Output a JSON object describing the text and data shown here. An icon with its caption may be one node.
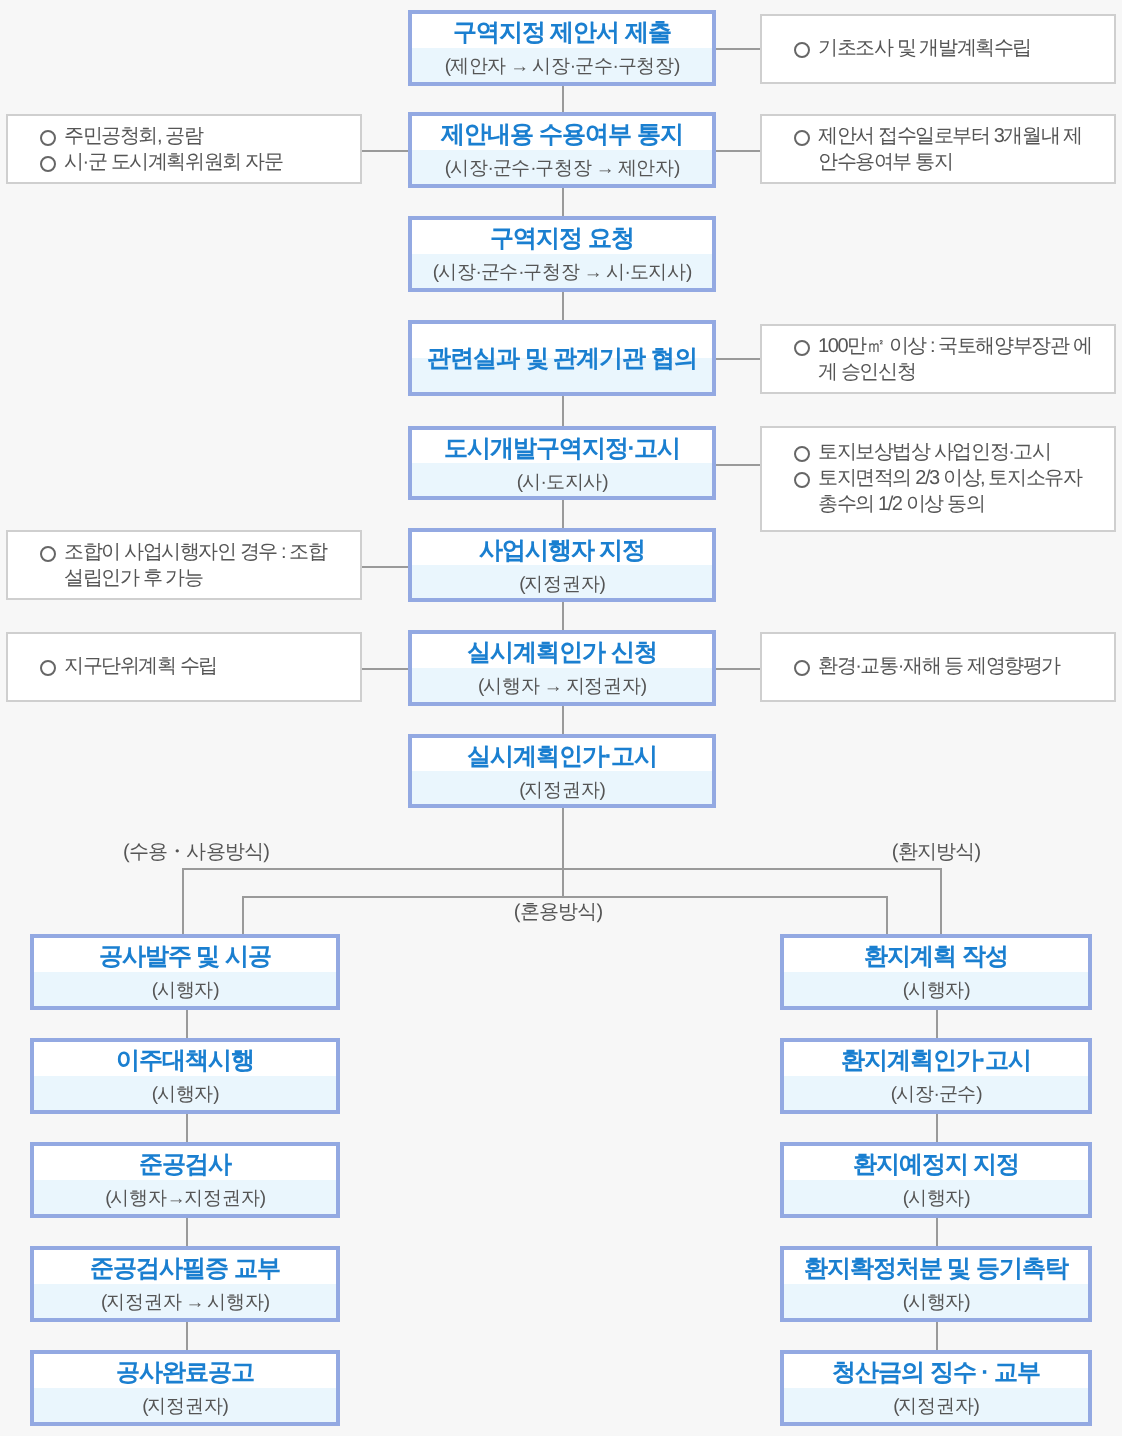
{
  "diagram": {
    "nodes": [
      {
        "text": [
          "구역지정 제안서 제출",
          "(제안자 → 시장·군수·구청장)"
        ]
      },
      {
        "text": [
          "제안내용 수용여부 통지",
          "(시장·군수·구청장 → 제안자)"
        ]
      },
      {
        "text": [
          "구역지정 요청",
          "(시장·군수·구청장 → 시·도지사)"
        ]
      },
      {
        "text": [
          "관련실과 및 관계기관 협의"
        ]
      },
      {
        "text": [
          "도시개발구역지정·고시",
          "(시·도지사)"
        ]
      },
      {
        "text": [
          "사업시행자 지정",
          "(지정권자)"
        ]
      },
      {
        "text": [
          "실시계획인가 신청",
          "(시행자 → 지정권자)"
        ]
      },
      {
        "text": [
          "실시계획인가·고시",
          "(지정권자)"
        ]
      },
      {
        "text": [
          "공사발주 및 시공",
          "(시행자)"
        ]
      },
      {
        "text": [
          "이주대책시행",
          "(시행자)"
        ]
      },
      {
        "text": [
          "준공검사",
          "(시행자→지정권자)"
        ]
      },
      {
        "text": [
          "준공검사필증 교부",
          "(지정권자 → 시행자)"
        ]
      },
      {
        "text": [
          "공사완료공고",
          "(지정권자)"
        ]
      },
      {
        "text": [
          "환지계획 작성",
          "(시행자)"
        ]
      },
      {
        "text": [
          "환지계획인가·고시",
          "(시장·군수)"
        ]
      },
      {
        "text": [
          "환지예정지 지정",
          "(시행자)"
        ]
      },
      {
        "text": [
          "환지확정처분 및 등기촉탁",
          "(시행자)"
        ]
      },
      {
        "text": [
          "청산금의 징수 · 교부",
          "(지정권자)"
        ]
      },
      {
        "text": [
          "기초조사 및 개발계획수립"
        ]
      },
      {
        "text": [
          "주민공청회, 공람",
          "시·군 도시계획위원회 자문"
        ]
      },
      {
        "text": [
          "제안서 접수일로부터 3개월내 제안수용여부 통지"
        ]
      },
      {
        "text": [
          "100만㎡ 이상 : 국토해양부장관 에게 승인신청"
        ]
      },
      {
        "text": [
          "토지보상법상 사업인정·고시",
          "토지면적의 2/3 이상, 토지소유자 총수의 1/2 이상 동의"
        ]
      },
      {
        "text": [
          "조합이 사업시행자인 경우 : 조합설립인가 후 가능"
        ]
      },
      {
        "text": [
          "지구단위계획 수립"
        ]
      },
      {
        "text": [
          "환경·교통·재해 등 제영향평가"
        ]
      }
    ],
    "edges": [
      {
        "from": 0,
        "to": 1,
        "arrow": "none"
      },
      {
        "from": 1,
        "to": 2,
        "arrow": "none"
      },
      {
        "from": 2,
        "to": 3,
        "arrow": "none"
      },
      {
        "from": 3,
        "to": 4,
        "arrow": "none"
      },
      {
        "from": 4,
        "to": 5,
        "arrow": "none"
      },
      {
        "from": 5,
        "to": 6,
        "arrow": "none"
      },
      {
        "from": 6,
        "to": 7,
        "arrow": "none"
      },
      {
        "from": 7,
        "to": 8,
        "arrow": "none",
        "label": "(수용・사용방식)"
      },
      {
        "from": 7,
        "to": 13,
        "arrow": "none",
        "label": "(환지방식)"
      },
      {
        "from": 7,
        "to": 8,
        "arrow": "none",
        "label": "(혼용방식)"
      },
      {
        "from": 7,
        "to": 13,
        "arrow": "none"
      },
      {
        "from": 8,
        "to": 9,
        "arrow": "none"
      },
      {
        "from": 9,
        "to": 10,
        "arrow": "none"
      },
      {
        "from": 10,
        "to": 11,
        "arrow": "none"
      },
      {
        "from": 11,
        "to": 12,
        "arrow": "none"
      },
      {
        "from": 13,
        "to": 14,
        "arrow": "none"
      },
      {
        "from": 14,
        "to": 15,
        "arrow": "none"
      },
      {
        "from": 15,
        "to": 16,
        "arrow": "none"
      },
      {
        "from": 16,
        "to": 17,
        "arrow": "none"
      },
      {
        "from": 0,
        "to": 18,
        "arrow": "none"
      },
      {
        "from": 1,
        "to": 19,
        "arrow": "none"
      },
      {
        "from": 1,
        "to": 20,
        "arrow": "none"
      },
      {
        "from": 3,
        "to": 21,
        "arrow": "none"
      },
      {
        "from": 4,
        "to": 22,
        "arrow": "none"
      },
      {
        "from": 5,
        "to": 23,
        "arrow": "none"
      },
      {
        "from": 6,
        "to": 24,
        "arrow": "none"
      },
      {
        "from": 6,
        "to": 25,
        "arrow": "none"
      }
    ]
  }
}
